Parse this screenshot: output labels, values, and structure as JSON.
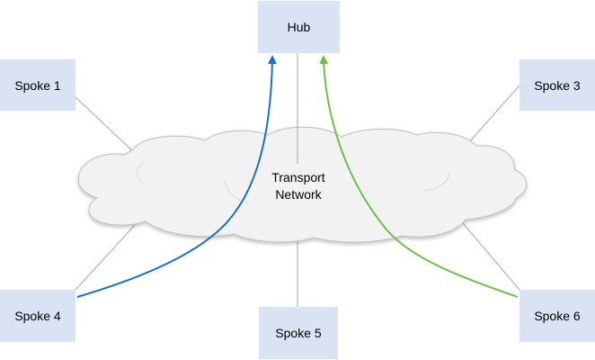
{
  "nodes": {
    "hub": "Hub",
    "spoke1": "Spoke 1",
    "spoke3": "Spoke 3",
    "spoke4": "Spoke 4",
    "spoke5": "Spoke 5",
    "spoke6": "Spoke 6"
  },
  "cloud": {
    "line1": "Transport",
    "line2": "Network"
  },
  "colors": {
    "node_fill": "#dae3f3",
    "cloud_fill": "#f2f2f2",
    "cloud_stroke": "#bfbfbf",
    "link_line": "#a6a6a6",
    "blue_path": "#1f6fbf",
    "green_path": "#6cc04a"
  }
}
